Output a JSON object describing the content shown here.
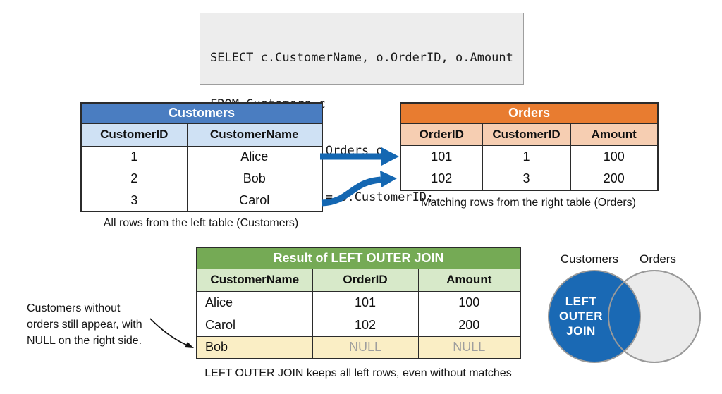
{
  "sql": {
    "lines": [
      "SELECT c.CustomerName, o.OrderID, o.Amount",
      "FROM Customers c",
      "LEFT OUTER JOIN Orders o",
      "ON c.CustomerID = o.CustomerID;"
    ]
  },
  "customers": {
    "title": "Customers",
    "headers": [
      "CustomerID",
      "CustomerName"
    ],
    "rows": [
      [
        "1",
        "Alice"
      ],
      [
        "2",
        "Bob"
      ],
      [
        "3",
        "Carol"
      ]
    ],
    "caption": "All rows from the left table (Customers)"
  },
  "orders": {
    "title": "Orders",
    "headers": [
      "OrderID",
      "CustomerID",
      "Amount"
    ],
    "rows": [
      [
        "101",
        "1",
        "100"
      ],
      [
        "102",
        "3",
        "200"
      ]
    ],
    "caption": "Matching rows from the right table (Orders)"
  },
  "result": {
    "title": "Result of LEFT OUTER JOIN",
    "headers": [
      "CustomerName",
      "OrderID",
      "Amount"
    ],
    "rows": [
      [
        "Alice",
        "101",
        "100"
      ],
      [
        "Carol",
        "102",
        "200"
      ],
      [
        "Bob",
        "NULL",
        "NULL"
      ]
    ],
    "caption": "LEFT OUTER JOIN keeps all left rows, even without matches"
  },
  "annotation": {
    "lines": [
      "Customers without",
      "orders still appear, with",
      "NULL on the right side."
    ]
  },
  "venn": {
    "left_label": "Customers",
    "right_label": "Orders",
    "center_lines": [
      "LEFT",
      "OUTER",
      "JOIN"
    ]
  },
  "colors": {
    "customers_title": "#4a7dc1",
    "customers_header": "#cfe1f4",
    "orders_title": "#e87c30",
    "orders_header": "#f6ceb2",
    "result_title": "#75aa55",
    "result_header": "#d7e9c9",
    "null_row_bg": "#faeec5",
    "null_text": "#9e9e9e",
    "arrow_blue": "#1467b2",
    "venn_blue": "#1a69b4",
    "venn_gray_fill": "#ebebeb",
    "venn_gray_stroke": "#9a9a9a",
    "code_bg": "#ededed",
    "code_border": "#9e9e9e",
    "table_border": "#2b2b2b"
  }
}
